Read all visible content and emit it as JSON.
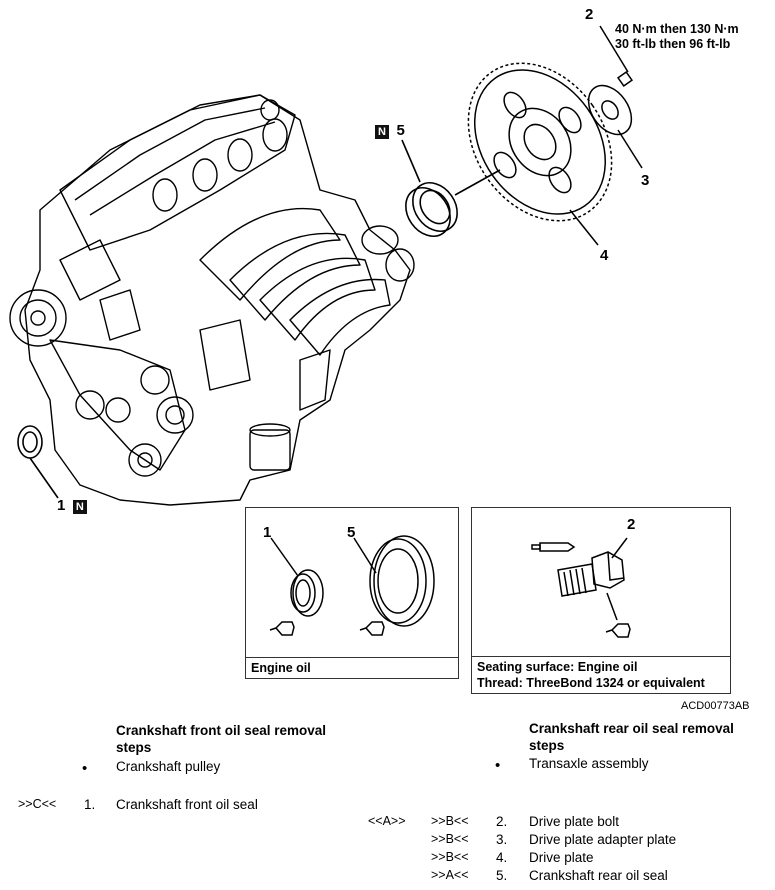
{
  "callouts": {
    "c1": "1",
    "c2": "2",
    "c3": "3",
    "c4": "4",
    "c5": "5",
    "n_badge": "N"
  },
  "torque": {
    "line1": "40 N·m then 130 N·m",
    "line2": "30 ft-lb then 96 ft-lb"
  },
  "panel_left": {
    "label1": "1",
    "label5": "5",
    "caption": "Engine oil"
  },
  "panel_right": {
    "label2": "2",
    "caption_line1": "Seating surface: Engine oil",
    "caption_line2": "Thread: ThreeBond 1324 or equivalent"
  },
  "figure_code": "ACD00773AB",
  "front_steps": {
    "title_line1": "Crankshaft front oil seal removal",
    "title_line2": "steps",
    "items": [
      {
        "bullet": "•",
        "number": "",
        "text": "Crankshaft pulley",
        "ref_a": "",
        "ref_b": ""
      },
      {
        "bullet": "",
        "number": "1.",
        "text": "Crankshaft front oil seal",
        "ref_a": ">>C<<",
        "ref_b": ""
      }
    ]
  },
  "rear_steps": {
    "title_line1": "Crankshaft rear oil seal removal",
    "title_line2": "steps",
    "items": [
      {
        "bullet": "•",
        "number": "",
        "text": "Transaxle assembly",
        "ref_a": "",
        "ref_b": ""
      },
      {
        "bullet": "",
        "number": "2.",
        "text": "Drive plate bolt",
        "ref_a": "<<A>>",
        "ref_b": ">>B<<"
      },
      {
        "bullet": "",
        "number": "3.",
        "text": "Drive plate adapter plate",
        "ref_a": "",
        "ref_b": ">>B<<"
      },
      {
        "bullet": "",
        "number": "4.",
        "text": "Drive plate",
        "ref_a": "",
        "ref_b": ">>B<<"
      },
      {
        "bullet": "",
        "number": "5.",
        "text": "Crankshaft rear oil seal",
        "ref_a": "",
        "ref_b": ">>A<<"
      }
    ]
  }
}
